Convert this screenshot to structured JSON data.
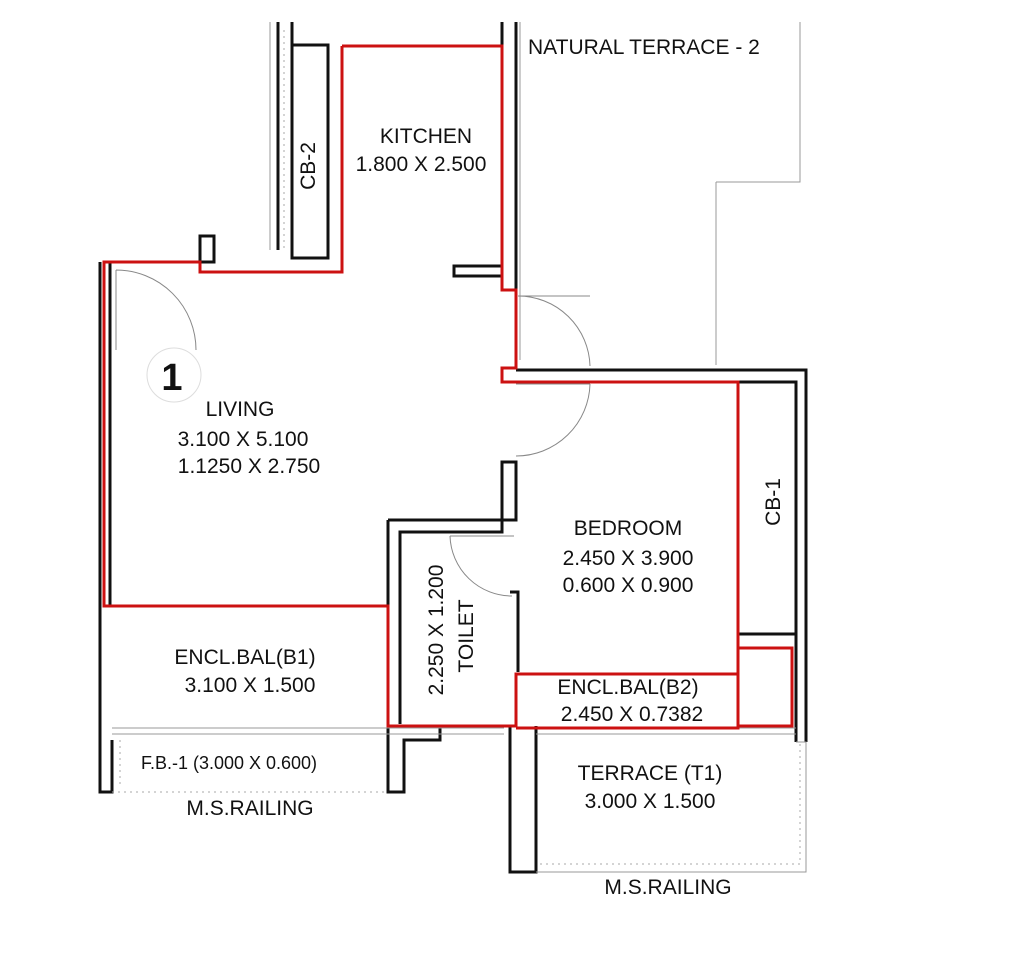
{
  "colors": {
    "wall": "#111111",
    "highlight": "#cc1111",
    "background": "#ffffff"
  },
  "plan": {
    "unit_number": "1",
    "natural_terrace": "NATURAL TERRACE - 2",
    "kitchen": {
      "name": "KITCHEN",
      "size": "1.800 X 2.500"
    },
    "cb2": "CB-2",
    "cb1": "CB-1",
    "living": {
      "name": "LIVING",
      "size1": "3.100 X 5.100",
      "size2": "1.1250 X 2.750"
    },
    "bedroom": {
      "name": "BEDROOM",
      "size1": "2.450 X 3.900",
      "size2": "0.600 X 0.900"
    },
    "toilet": {
      "name": "TOILET",
      "size": "2.250 X 1.200"
    },
    "encl_bal_b1": {
      "name": "ENCL.BAL(B1)",
      "size": "3.100 X 1.500"
    },
    "encl_bal_b2": {
      "name": "ENCL.BAL(B2)",
      "size": "2.450 X 0.7382"
    },
    "fb1": "F.B.-1 (3.000 X 0.600)",
    "terrace_t1": {
      "name": "TERRACE (T1)",
      "size": "3.000 X 1.500"
    },
    "railing_left": "M.S.RAILING",
    "railing_right": "M.S.RAILING"
  }
}
